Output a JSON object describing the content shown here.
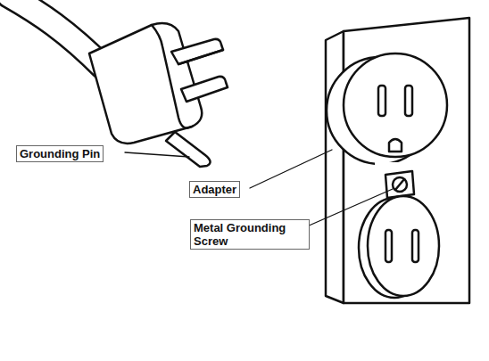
{
  "diagram": {
    "labels": [
      "Grounding Pin",
      "Adapter",
      "Metal Grounding Screw"
    ]
  }
}
